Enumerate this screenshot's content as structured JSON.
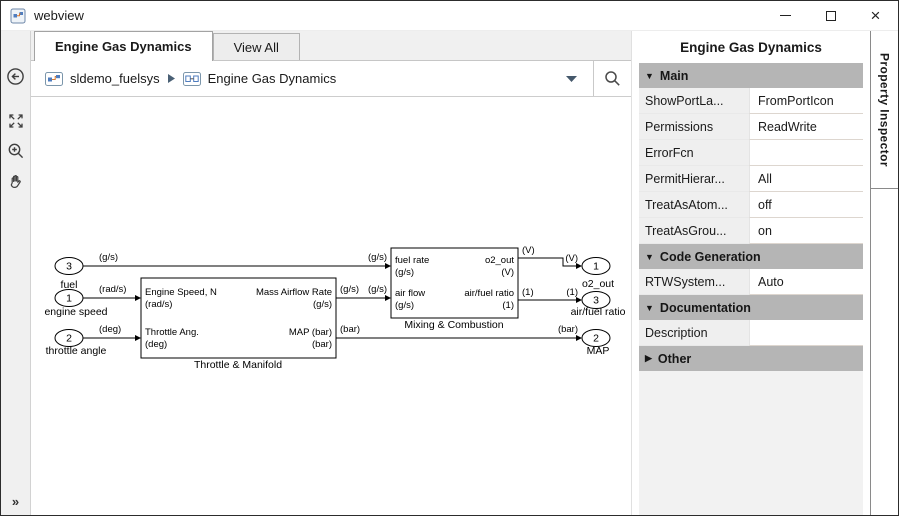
{
  "window": {
    "title": "webview"
  },
  "tabs": [
    {
      "label": "Engine Gas Dynamics",
      "active": true
    },
    {
      "label": "View All",
      "active": false
    }
  ],
  "breadcrumb": {
    "model": "sldemo_fuelsys",
    "subsystem": "Engine Gas Dynamics"
  },
  "inspector": {
    "title": "Engine Gas Dynamics",
    "tab_label": "Property Inspector",
    "sections": [
      {
        "label": "Main",
        "collapsed": false,
        "rows": [
          {
            "name": "ShowPortLa...",
            "value": "FromPortIcon"
          },
          {
            "name": "Permissions",
            "value": "ReadWrite"
          },
          {
            "name": "ErrorFcn",
            "value": ""
          },
          {
            "name": "PermitHierar...",
            "value": "All"
          },
          {
            "name": "TreatAsAtom...",
            "value": "off"
          },
          {
            "name": "TreatAsGrou...",
            "value": "on"
          }
        ]
      },
      {
        "label": "Code Generation",
        "collapsed": false,
        "rows": [
          {
            "name": "RTWSystem...",
            "value": "Auto"
          }
        ]
      },
      {
        "label": "Documentation",
        "collapsed": false,
        "rows": [
          {
            "name": "Description",
            "value": ""
          }
        ]
      },
      {
        "label": "Other",
        "collapsed": true,
        "rows": []
      }
    ]
  },
  "diagram": {
    "inports": [
      {
        "num": "3",
        "label": "fuel",
        "unit": "(g/s)"
      },
      {
        "num": "1",
        "label": "engine speed",
        "unit": "(rad/s)"
      },
      {
        "num": "2",
        "label": "throttle angle",
        "unit": "(deg)"
      }
    ],
    "outports": [
      {
        "num": "1",
        "label": "o2_out",
        "unit": "(V)"
      },
      {
        "num": "3",
        "label": "air/fuel ratio",
        "unit": "(1)"
      },
      {
        "num": "2",
        "label": "MAP",
        "unit": "(bar)"
      }
    ],
    "blocks": [
      {
        "name": "Throttle & Manifold",
        "in": [
          {
            "label": "Engine Speed, N",
            "unit": "(rad/s)"
          },
          {
            "label": "Throttle Ang.",
            "unit": "(deg)"
          }
        ],
        "out": [
          {
            "label": "Mass Airflow Rate",
            "unit": "(g/s)"
          },
          {
            "label": "MAP (bar)",
            "unit": "(bar)"
          }
        ]
      },
      {
        "name": "Mixing & Combustion",
        "in": [
          {
            "label": "fuel rate",
            "unit": "(g/s)"
          },
          {
            "label": "air flow",
            "unit": "(g/s)"
          }
        ],
        "out": [
          {
            "label": "o2_out",
            "unit": "(V)"
          },
          {
            "label": "air/fuel ratio",
            "unit": "(1)"
          }
        ]
      }
    ]
  },
  "icons": {
    "titlebar": [
      "app-icon",
      "minimize-icon",
      "maximize-icon",
      "close-icon"
    ],
    "sidebar": [
      "back-icon",
      "fit-to-view-icon",
      "zoom-in-icon",
      "pan-icon",
      "expand-panel-icon"
    ],
    "breadcrumb": [
      "model-icon",
      "breadcrumb-arrow-icon",
      "subsystem-icon",
      "dropdown-caret-icon",
      "search-icon"
    ]
  }
}
